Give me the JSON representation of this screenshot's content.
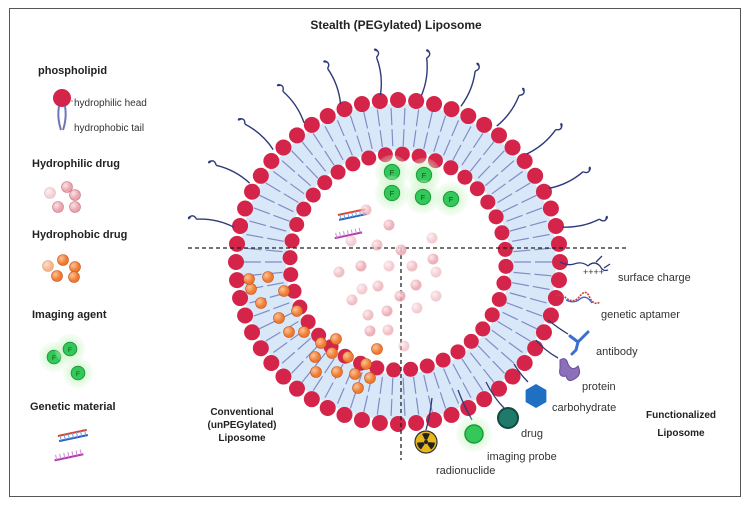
{
  "title": "Stealth (PEGylated) Liposome",
  "legend": {
    "phospholipid": "phospholipid",
    "head": "hydrophilic head",
    "tail": "hydrophobic tail",
    "hydrophilic_drug": "Hydrophilic drug",
    "hydrophobic_drug": "Hydrophobic drug",
    "imaging_agent": "Imaging agent",
    "genetic_material": "Genetic material"
  },
  "regions": {
    "conventional": [
      "Conventional",
      "(unPEGylated)",
      "Liposome"
    ],
    "functionalized": [
      "Functionalized",
      "Liposome"
    ]
  },
  "ligands": {
    "surface_charge": "surface charge",
    "genetic_aptamer": "genetic aptamer",
    "antibody": "antibody",
    "protein": "protein",
    "carbohydrate": "carbohydrate",
    "drug": "drug",
    "imaging_probe": "imaging probe",
    "radionuclide": "radionuclide"
  },
  "imaging_marker": "F",
  "colors": {
    "head": "#d4244a",
    "tail": "#6d76b8",
    "membrane_fill": "#d8e8f8",
    "hydrophilic_drug": "#e8a0a8",
    "hydrophobic_drug": "#f07a2c",
    "imaging_core": "#34c759",
    "imaging_glow": "#c4f3c4",
    "antibody": "#3a6fd0",
    "protein": "#8b6fb8",
    "carbohydrate": "#1f6fc2",
    "drug_ligand": "#1f7a6a",
    "radionuclide": "#e8b81a"
  }
}
